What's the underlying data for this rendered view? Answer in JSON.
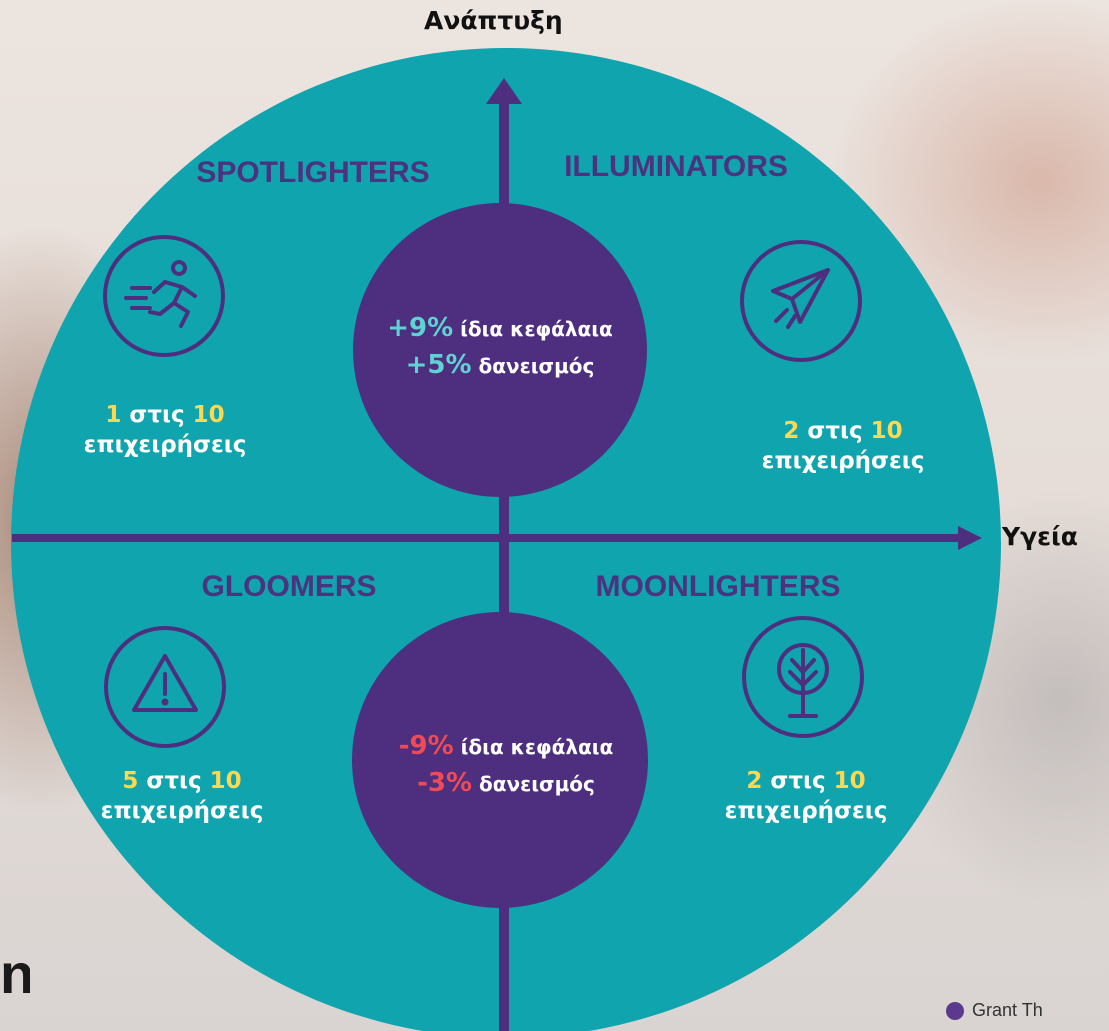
{
  "axes": {
    "vertical_label": "Ανάπτυξη",
    "horizontal_label": "Υγεία"
  },
  "quadrants": {
    "top_left": {
      "title": "SPOTLIGHTERS",
      "icon": "running-person-icon",
      "count": "1",
      "count_word": "στις",
      "total": "10",
      "unit": "επιχειρήσεις"
    },
    "top_right": {
      "title": "ILLUMINATORS",
      "icon": "paper-plane-icon",
      "count": "2",
      "count_word": "στις",
      "total": "10",
      "unit": "επιχειρήσεις"
    },
    "bottom_left": {
      "title": "GLOOMERS",
      "icon": "warning-triangle-icon",
      "count": "5",
      "count_word": "στις",
      "total": "10",
      "unit": "επιχειρήσεις"
    },
    "bottom_right": {
      "title": "MOONLIGHTERS",
      "icon": "tree-icon",
      "count": "2",
      "count_word": "στις",
      "total": "10",
      "unit": "επιχειρήσεις"
    }
  },
  "top_circle": {
    "line1_value": "+9%",
    "line1_text": "ίδια κεφάλαια",
    "line2_value": "+5%",
    "line2_text": "δανεισμός"
  },
  "bottom_circle": {
    "line1_value": "-9%",
    "line1_text": "ίδια κεφάλαια",
    "line2_value": "-3%",
    "line2_text": "δανεισμός"
  },
  "brand": {
    "text": "Grant Th"
  },
  "colors": {
    "disc": "#0fa4ae",
    "accent_purple": "#4e2f7f",
    "positive": "#5fd3d1",
    "negative": "#f04a55",
    "highlight_number": "#ffd84d"
  }
}
